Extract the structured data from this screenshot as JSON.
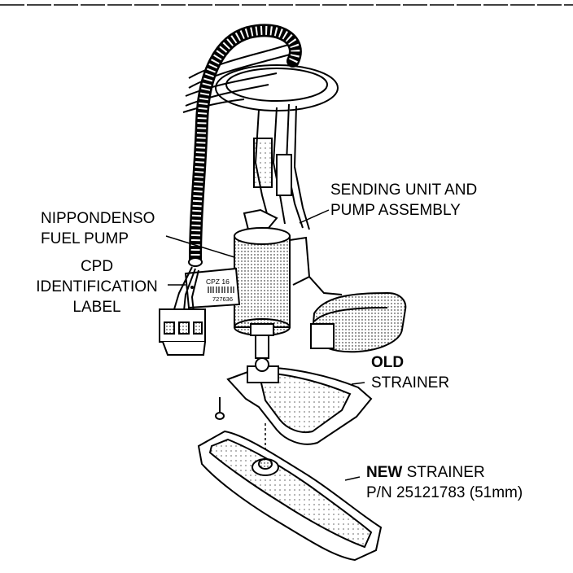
{
  "callouts": {
    "sending_unit": {
      "line1": "SENDING UNIT AND",
      "line2": "PUMP ASSEMBLY"
    },
    "fuel_pump": {
      "line1": "NIPPONDENSO",
      "line2": "FUEL PUMP"
    },
    "cpd_label": {
      "line1": "CPD",
      "line2": "IDENTIFICATION",
      "line3": "LABEL"
    },
    "old_strainer": {
      "line1": "OLD",
      "line2": "STRAINER"
    },
    "new_strainer": {
      "bold_word": "NEW",
      "line1_rest": " STRAINER",
      "line2": "P/N 25121783 (51mm)"
    }
  },
  "sticker": {
    "code": "CPZ  16",
    "number": "727636"
  }
}
